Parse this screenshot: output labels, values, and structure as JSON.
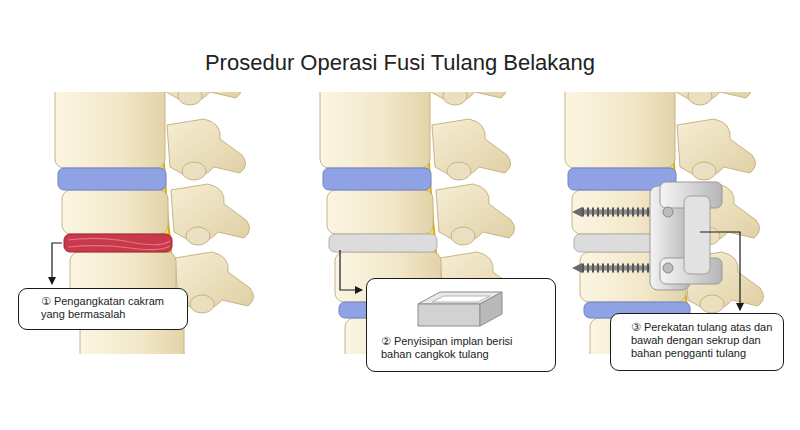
{
  "diagram": {
    "title": "Prosedur Operasi Fusi Tulang Belakang",
    "nodes": [
      {
        "text": [
          "① Pengangkatan cakram yang bermasalah"
        ]
      },
      {
        "text": [
          "② Penyisipan implan berisi bahan cangkok tulang"
        ]
      },
      {
        "text": [
          "③ Perekatan tulang atas dan bawah dengan sekrup dan bahan pengganti tulang"
        ]
      }
    ]
  }
}
